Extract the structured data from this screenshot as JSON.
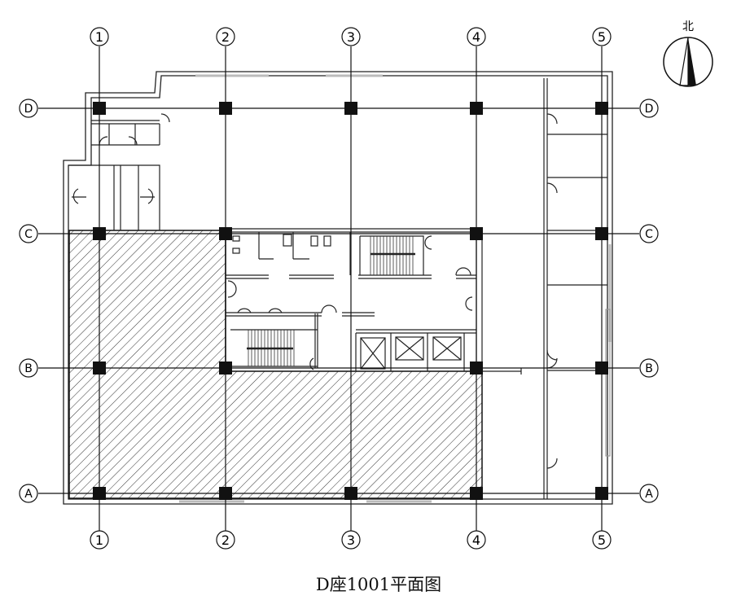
{
  "drawing": {
    "title": "D座1001平面图",
    "north_label": "北",
    "column_axes": [
      "1",
      "2",
      "3",
      "4",
      "5"
    ],
    "row_axes": [
      "D",
      "C",
      "B",
      "A"
    ],
    "colors": {
      "line": "#111111",
      "hatch": "#333333",
      "background": "#ffffff"
    }
  }
}
